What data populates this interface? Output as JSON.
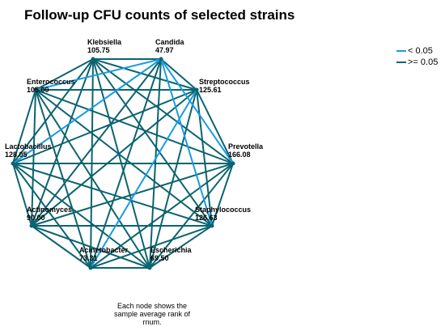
{
  "chart_data": {
    "type": "network",
    "title": "Follow-up CFU counts of selected strains",
    "nodes": [
      {
        "name": "Klebsiella",
        "value": "105.75"
      },
      {
        "name": "Candida",
        "value": "47.97"
      },
      {
        "name": "Streptococcus",
        "value": "125.61"
      },
      {
        "name": "Prevotella",
        "value": "166.08"
      },
      {
        "name": "Staphylococcus",
        "value": "126.63"
      },
      {
        "name": "Escherichia",
        "value": "69.50"
      },
      {
        "name": "Acinetobacter",
        "value": "73.31"
      },
      {
        "name": "Actinomyces",
        "value": "90.00"
      },
      {
        "name": "Lactobacillus",
        "value": "128.05"
      },
      {
        "name": "Enterococcus",
        "value": "105.00"
      }
    ],
    "legend": [
      {
        "label": "< 0.05",
        "color": "#1a9be0"
      },
      {
        "label": ">= 0.05",
        "color": "#0b6470"
      }
    ],
    "significant_edges": [
      [
        "Candida",
        "Enterococcus"
      ],
      [
        "Candida",
        "Lactobacillus"
      ],
      [
        "Candida",
        "Prevotella"
      ],
      [
        "Candida",
        "Staphylococcus"
      ],
      [
        "Streptococcus",
        "Acinetobacter"
      ]
    ],
    "footnote": "Each node shows the sample average rank of rnum."
  }
}
